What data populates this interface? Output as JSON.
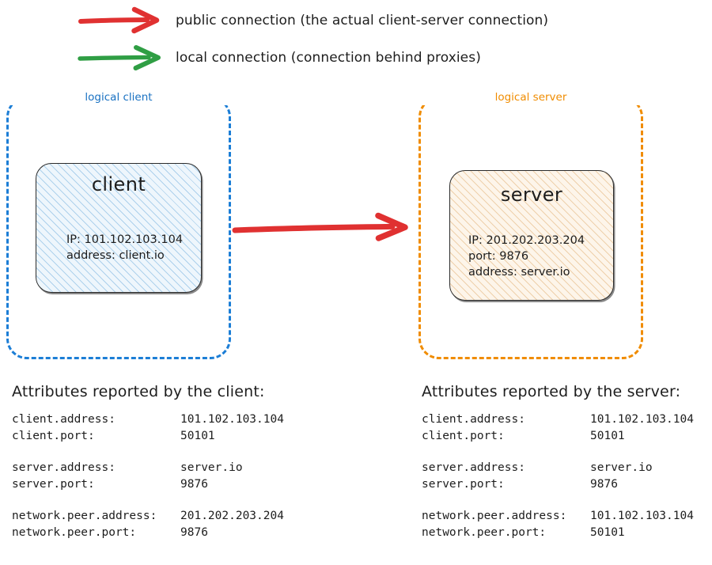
{
  "legend": {
    "items": [
      {
        "icon": "red-arrow-icon",
        "color": "#e03131",
        "label": "public connection (the actual client-server connection)"
      },
      {
        "icon": "green-arrow-icon",
        "color": "#2f9e44",
        "label": "local connection (connection behind proxies)"
      }
    ]
  },
  "diagram": {
    "public_arrow": {
      "icon": "red-arrow-icon",
      "color": "#e03131"
    },
    "client_group": {
      "label": "logical client",
      "color": "#1971c2",
      "node": {
        "title": "client",
        "fill": "#eef6fc",
        "details": [
          "IP: 101.102.103.104",
          "address: client.io"
        ]
      }
    },
    "server_group": {
      "label": "logical server",
      "color": "#f08c00",
      "node": {
        "title": "server",
        "fill": "#fdf5ea",
        "details": [
          "IP: 201.202.203.204",
          "port: 9876",
          "address: server.io"
        ]
      }
    }
  },
  "client_attributes": {
    "heading": "Attributes reported by the client:",
    "groups": [
      [
        {
          "key": "client.address:",
          "value": "101.102.103.104"
        },
        {
          "key": "client.port:",
          "value": "50101"
        }
      ],
      [
        {
          "key": "server.address:",
          "value": "server.io"
        },
        {
          "key": "server.port:",
          "value": "9876"
        }
      ],
      [
        {
          "key": "network.peer.address:",
          "value": "201.202.203.204"
        },
        {
          "key": "network.peer.port:",
          "value": "9876"
        }
      ]
    ]
  },
  "server_attributes": {
    "heading": "Attributes reported by the server:",
    "groups": [
      [
        {
          "key": "client.address:",
          "value": "101.102.103.104"
        },
        {
          "key": "client.port:",
          "value": "50101"
        }
      ],
      [
        {
          "key": "server.address:",
          "value": "server.io"
        },
        {
          "key": "server.port:",
          "value": "9876"
        }
      ],
      [
        {
          "key": "network.peer.address:",
          "value": "101.102.103.104"
        },
        {
          "key": "network.peer.port:",
          "value": "50101"
        }
      ]
    ]
  }
}
